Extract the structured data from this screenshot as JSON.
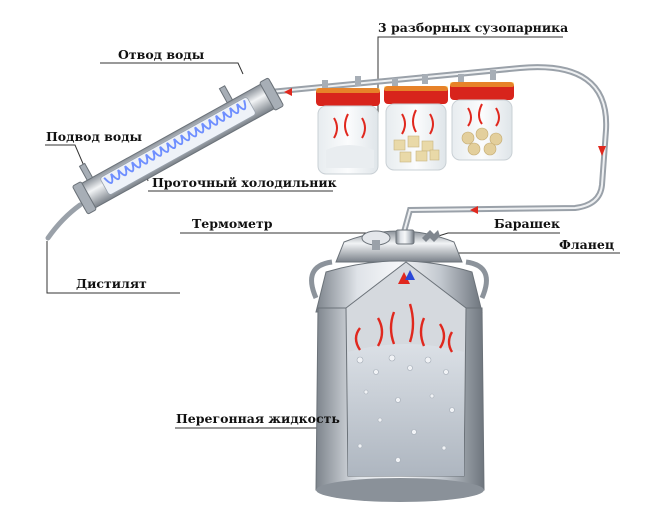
{
  "labels": {
    "water_out": "Отвод воды",
    "steamers": "3 разборных сузопарника",
    "water_in": "Подвод воды",
    "cooler": "Проточный холодильник",
    "thermometer": "Термометр",
    "wing_nut": "Барашек",
    "flange": "Фланец",
    "distillate": "Дистилят",
    "liquid": "Перегонная жидкость"
  },
  "colors": {
    "lid_red": "#d8241c",
    "arrow_red": "#e0281e",
    "coil_blue": "#6f8fff",
    "steel": "#b9c0c8",
    "liquid": "#c4ccd6",
    "leader": "#333333"
  }
}
